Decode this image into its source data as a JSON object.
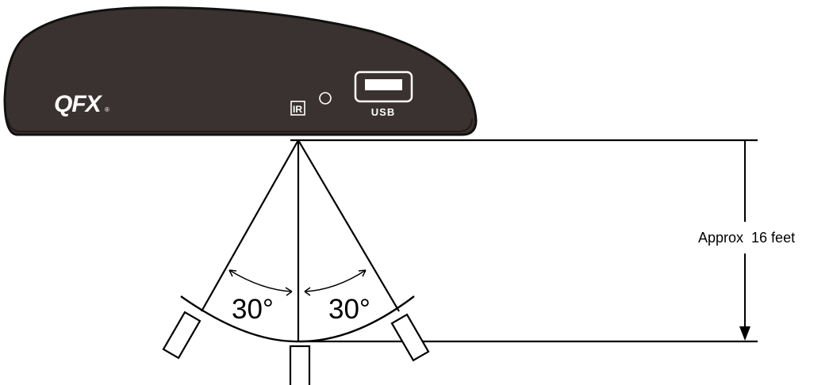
{
  "device": {
    "brand": "QFX",
    "registered_mark": "®",
    "ir_label": "IR",
    "usb_label": "USB",
    "body_color": "#3a3230",
    "outline_color": "#111111",
    "trim_color": "#ffffff"
  },
  "diagram": {
    "left_angle": "30°",
    "right_angle": "30°",
    "distance_label": "Approx  16 feet",
    "line_color": "#000000"
  }
}
